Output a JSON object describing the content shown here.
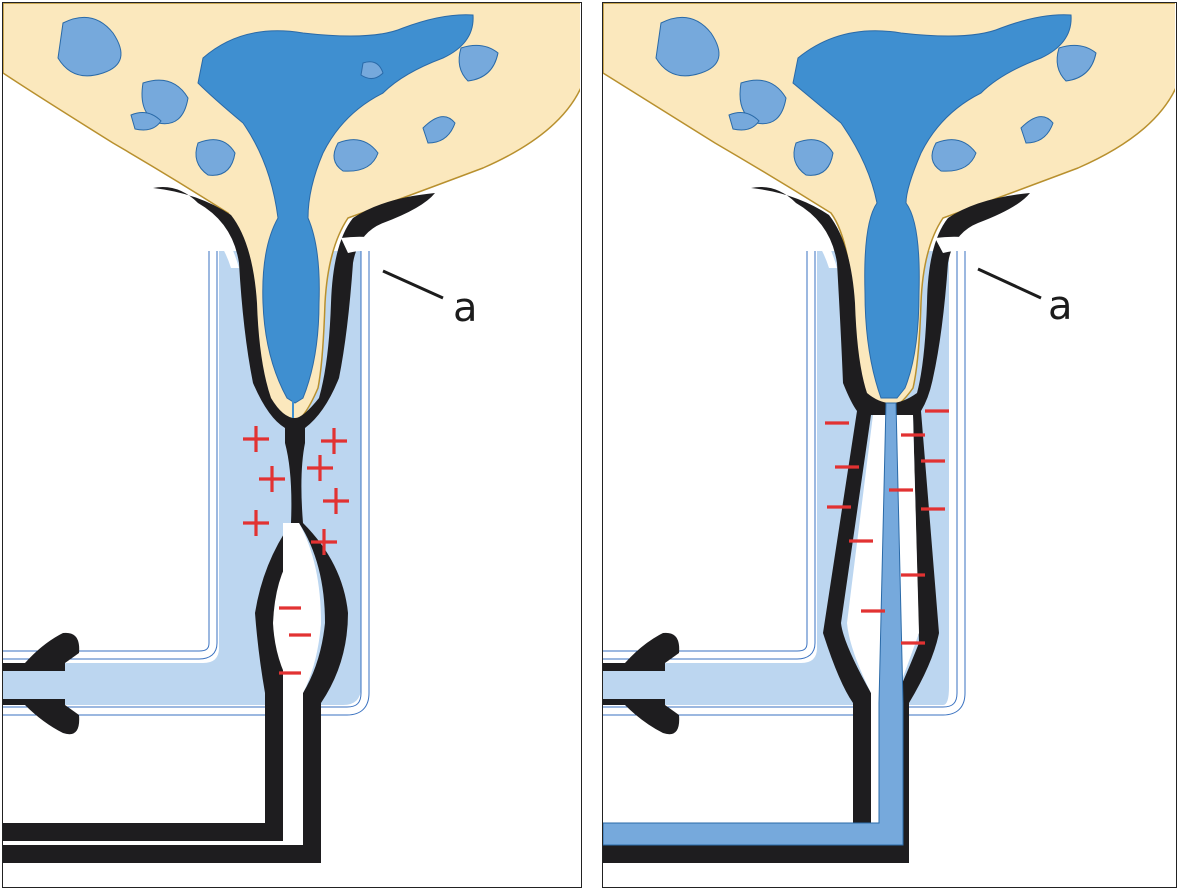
{
  "colors": {
    "udder": "#fbe8bd",
    "udder_edge": "#b8902e",
    "milk": "#3f8fd0",
    "milk_light": "#76a9dc",
    "chamber": "#bcd6f0",
    "chamber_edge": "#3a72c0",
    "liner": "#1e1d1f",
    "sign": "#e23232"
  },
  "panels": [
    {
      "label": "a",
      "phase": "massage",
      "plus_signs": 7,
      "minus_signs": 3
    },
    {
      "label": "a",
      "phase": "milking",
      "plus_signs": 0,
      "minus_signs": 12
    }
  ]
}
